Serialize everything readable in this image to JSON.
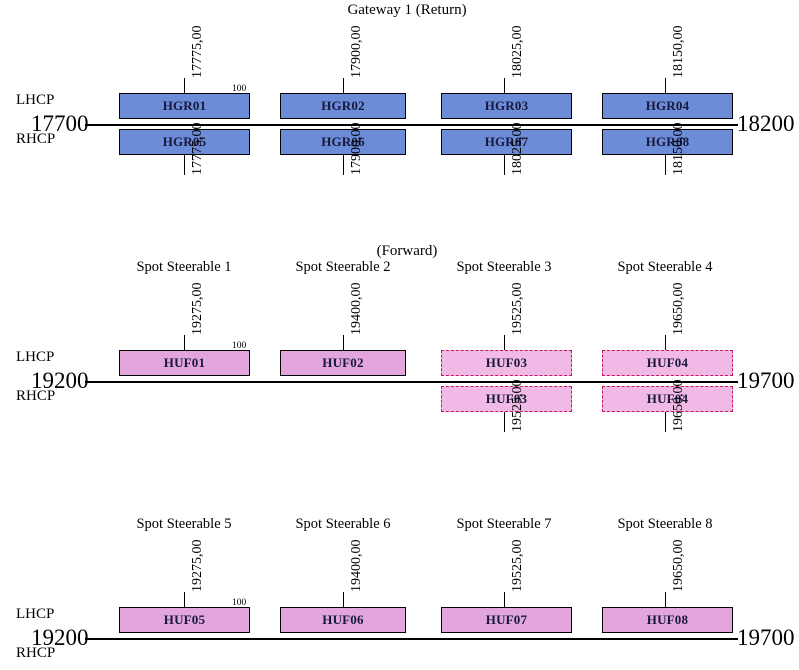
{
  "figure": {
    "kind": "satellite-frequency-plan",
    "colors": {
      "carrier_blue_fill": "#6d8cd8",
      "carrier_pink_fill": "#e2a6dc",
      "carrier_pink_dashed_fill": "#f0b9e6",
      "dashed_border": "#c01a5a",
      "line": "#000000",
      "background": "#ffffff"
    }
  },
  "sections": [
    {
      "id": "gateway-1-return",
      "title": "Gateway 1 (Return)",
      "pol_top_label": "LHCP",
      "pol_bottom_label": "RHCP",
      "band_low": "17700",
      "band_high": "18200",
      "bandwidth_annotation": "100",
      "beam_titles": [],
      "columns": [
        {
          "center_freq": "17775,00",
          "top_carrier": "HGR01",
          "bottom_carrier": "HGR05",
          "style": "blue",
          "bottom_freq": "17775,00"
        },
        {
          "center_freq": "17900,00",
          "top_carrier": "HGR02",
          "bottom_carrier": "HGR06",
          "style": "blue",
          "bottom_freq": "17900,00"
        },
        {
          "center_freq": "18025,00",
          "top_carrier": "HGR03",
          "bottom_carrier": "HGR07",
          "style": "blue",
          "bottom_freq": "18025,00"
        },
        {
          "center_freq": "18150,00",
          "top_carrier": "HGR04",
          "bottom_carrier": "HGR08",
          "style": "blue",
          "bottom_freq": "18150,00"
        }
      ]
    },
    {
      "id": "forward-spot-1-4",
      "title": "(Forward)",
      "pol_top_label": "LHCP",
      "pol_bottom_label": "RHCP",
      "band_low": "19200",
      "band_high": "19700",
      "bandwidth_annotation": "100",
      "beam_titles": [
        "Spot Steerable 1",
        "Spot Steerable 2",
        "Spot Steerable 3",
        "Spot Steerable 4"
      ],
      "columns": [
        {
          "center_freq": "19275,00",
          "top_carrier": "HUF01",
          "bottom_carrier": "",
          "style": "pink",
          "bottom_freq": ""
        },
        {
          "center_freq": "19400,00",
          "top_carrier": "HUF02",
          "bottom_carrier": "",
          "style": "pink",
          "bottom_freq": ""
        },
        {
          "center_freq": "19525,00",
          "top_carrier": "HUF03",
          "bottom_carrier": "HUF03",
          "style": "pink-dashed",
          "bottom_freq": "19525,00"
        },
        {
          "center_freq": "19650,00",
          "top_carrier": "HUF04",
          "bottom_carrier": "HUF04",
          "style": "pink-dashed",
          "bottom_freq": "19650,00"
        }
      ]
    },
    {
      "id": "forward-spot-5-8",
      "title": "",
      "pol_top_label": "LHCP",
      "pol_bottom_label": "RHCP",
      "band_low": "19200",
      "band_high": "19700",
      "bandwidth_annotation": "100",
      "beam_titles": [
        "Spot Steerable 5",
        "Spot Steerable 6",
        "Spot Steerable 7",
        "Spot Steerable 8"
      ],
      "columns": [
        {
          "center_freq": "19275,00",
          "top_carrier": "HUF05",
          "bottom_carrier": "",
          "style": "pink",
          "bottom_freq": ""
        },
        {
          "center_freq": "19400,00",
          "top_carrier": "HUF06",
          "bottom_carrier": "",
          "style": "pink",
          "bottom_freq": ""
        },
        {
          "center_freq": "19525,00",
          "top_carrier": "HUF07",
          "bottom_carrier": "",
          "style": "pink",
          "bottom_freq": ""
        },
        {
          "center_freq": "19650,00",
          "top_carrier": "HUF08",
          "bottom_carrier": "",
          "style": "pink",
          "bottom_freq": ""
        }
      ]
    }
  ]
}
